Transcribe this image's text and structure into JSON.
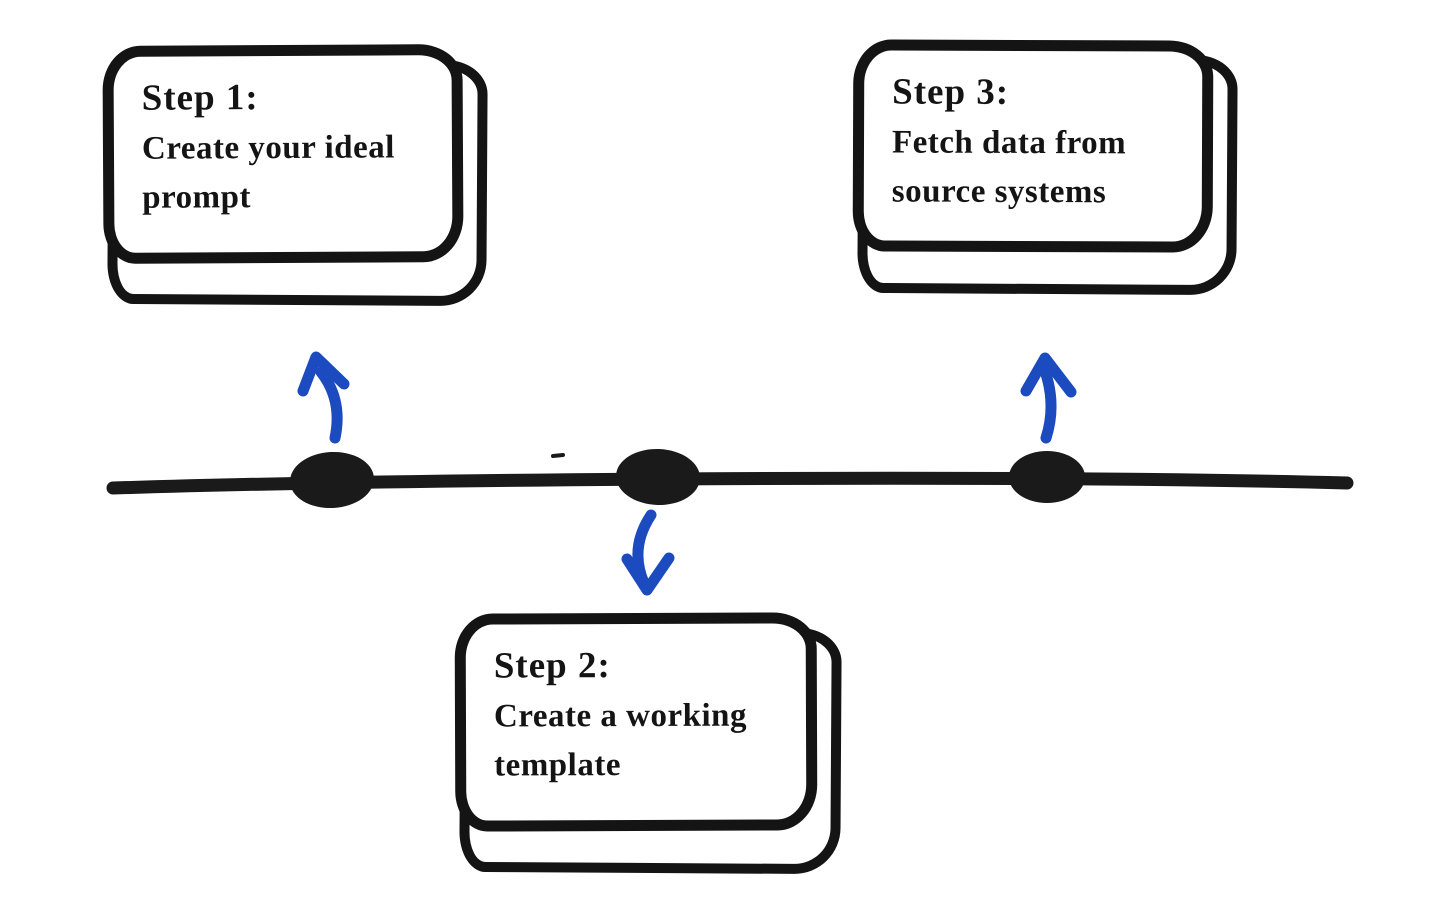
{
  "diagram": {
    "type": "timeline-flow",
    "steps": [
      {
        "id": "step-1",
        "title": "Step 1:",
        "lines": [
          "Create your ideal",
          "prompt"
        ],
        "position": "top-left",
        "arrow_direction": "up"
      },
      {
        "id": "step-2",
        "title": "Step 2:",
        "lines": [
          "Create a working",
          "template"
        ],
        "position": "bottom-center",
        "arrow_direction": "down"
      },
      {
        "id": "step-3",
        "title": "Step 3:",
        "lines": [
          "Fetch data from",
          "source systems"
        ],
        "position": "top-right",
        "arrow_direction": "up"
      }
    ],
    "timeline": {
      "node_count": 3,
      "orientation": "horizontal"
    },
    "colors": {
      "ink": "#141414",
      "arrow_blue": "#1c4bc0",
      "background": "#ffffff"
    }
  }
}
